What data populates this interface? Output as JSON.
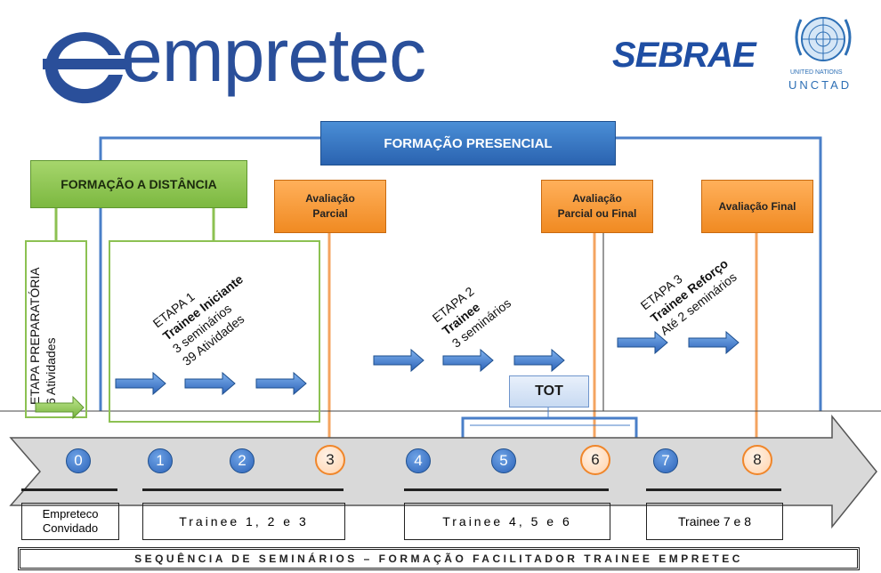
{
  "logos": {
    "empretec": "empretec",
    "sebrae": "SEBRAE",
    "united_nations": "UNITED NATIONS",
    "unctad": "UNCTAD"
  },
  "boxes": {
    "formacao_presencial": "FORMAÇÃO PRESENCIAL",
    "formacao_distancia": "FORMAÇÃO A DISTÂNCIA",
    "avaliacao_parcial": [
      "Avaliação",
      "Parcial"
    ],
    "avaliacao_parcial_final": [
      "Avaliação",
      "Parcial ou Final"
    ],
    "avaliacao_final": "Avaliação Final",
    "tot": "TOT"
  },
  "stages": {
    "preparatoria": [
      "ETAPA PREPARATÓRIA",
      "6 Atividades"
    ],
    "etapa1": [
      "ETAPA 1",
      "Trainee Iniciante",
      "3 seminários",
      "39 Atividades"
    ],
    "etapa2": [
      "ETAPA 2",
      "Trainee",
      "3 seminários"
    ],
    "etapa3": [
      "ETAPA 3",
      "Trainee Reforço",
      "Até 2 seminários"
    ]
  },
  "seminar_numbers": [
    "0",
    "1",
    "2",
    "3",
    "4",
    "5",
    "6",
    "7",
    "8"
  ],
  "bottom": {
    "empreteco": [
      "Empreteco",
      "Convidado"
    ],
    "trainee_123": "Trainee 1, 2 e 3",
    "trainee_456": "Trainee 4, 5 e 6",
    "trainee_78": "Trainee 7 e 8",
    "sequence": "SEQUÊNCIA DE SEMINÁRIOS – FORMAÇÃO FACILITADOR TRAINEE EMPRETEC"
  },
  "colors": {
    "blue": "#2a63b0",
    "green": "#7cb840",
    "orange": "#f08a22",
    "line_blue": "#4a7fc8",
    "line_orange": "#f4a460"
  }
}
